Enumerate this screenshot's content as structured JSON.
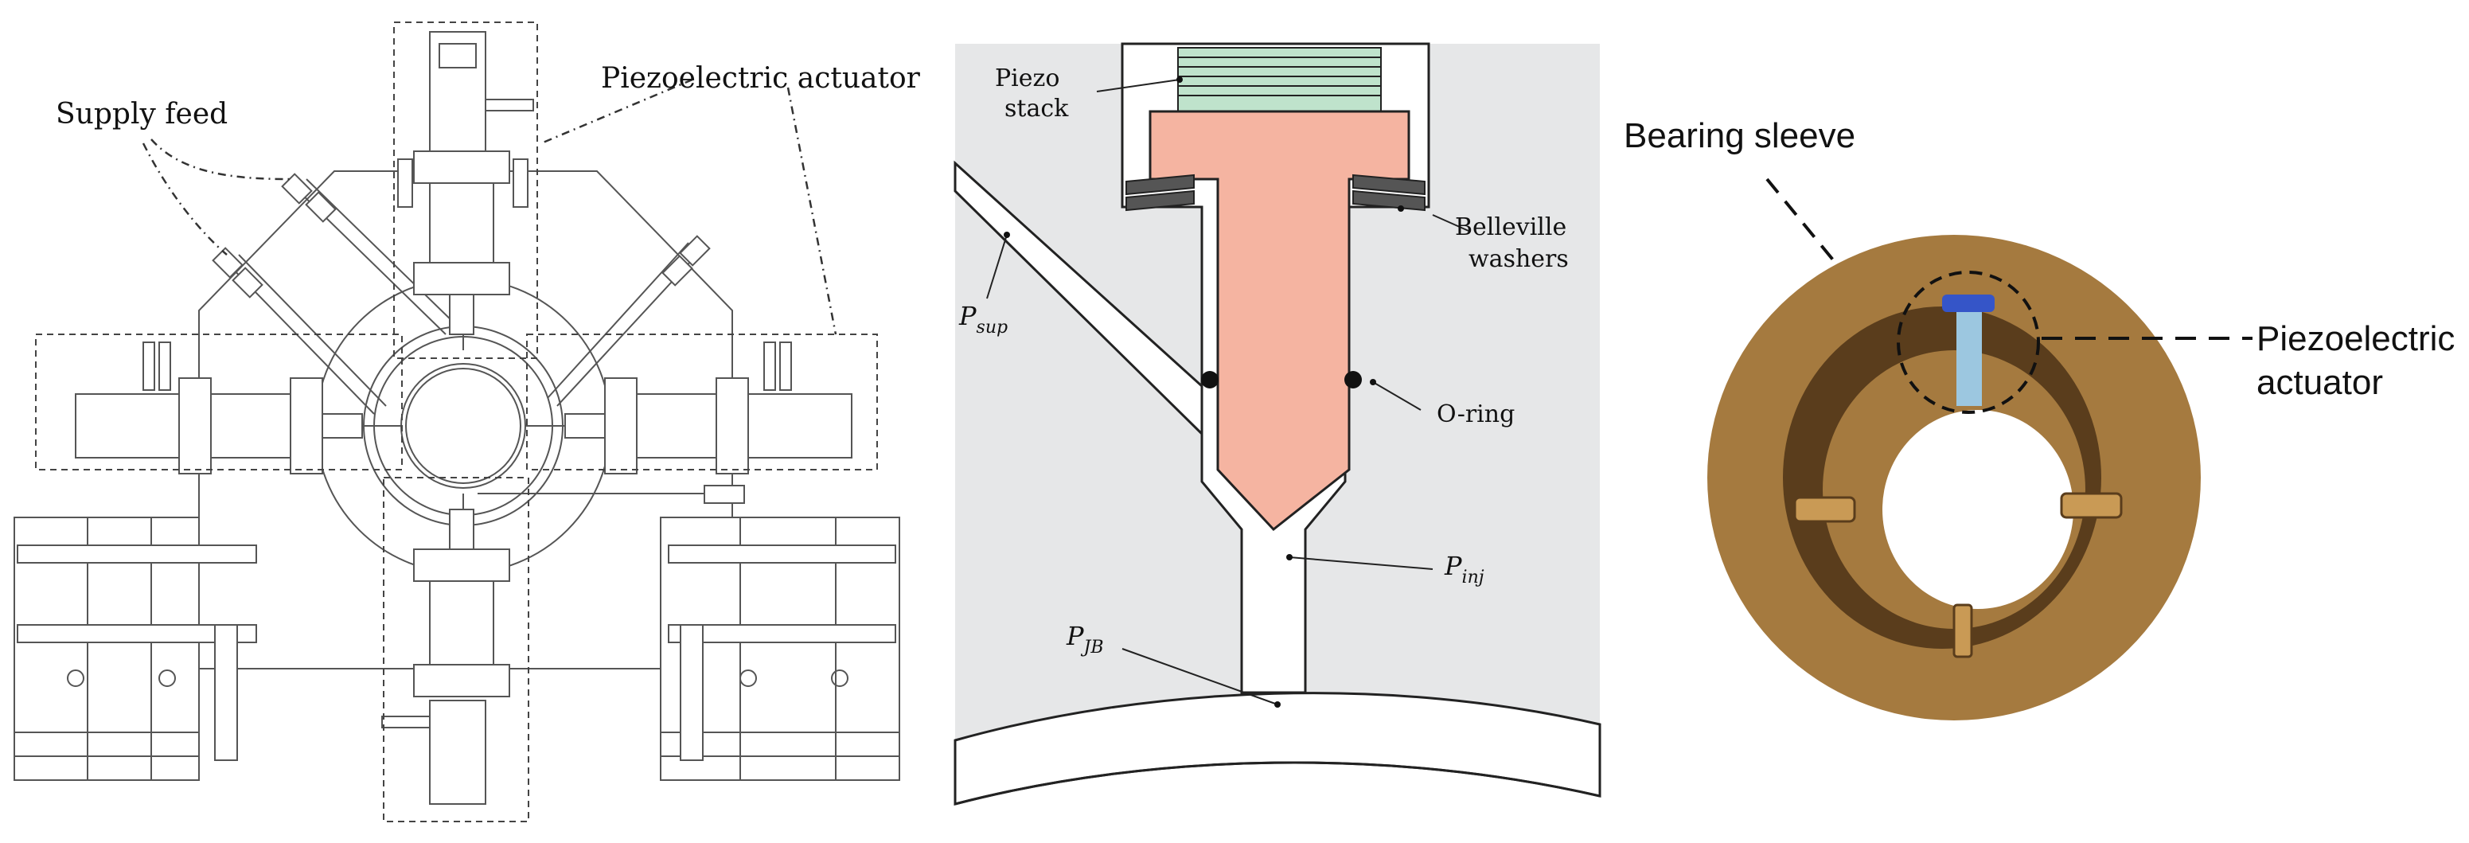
{
  "left_panel": {
    "labels": {
      "supply_feed": "Supply feed",
      "piezo_actuator": "Piezoelectric actuator"
    }
  },
  "middle_panel": {
    "labels": {
      "piezo_stack_line1": "Piezo",
      "piezo_stack_line2": "stack",
      "belleville_line1": "Belleville",
      "belleville_line2": "washers",
      "o_ring": "O-ring",
      "p_sup": "P",
      "p_sup_sub": "sup",
      "p_inj": "P",
      "p_inj_sub": "inj",
      "p_jb": "P",
      "p_jb_sub": "JB"
    },
    "colors": {
      "housing": "#e6e7e8",
      "piston": "#f5b4a1",
      "stack": "#bfe3cc",
      "washer": "#555555"
    }
  },
  "right_panel": {
    "labels": {
      "bearing_sleeve": "Bearing sleeve",
      "piezo_line1": "Piezoelectric",
      "piezo_line2": "actuator"
    },
    "colors": {
      "bronze": "#a57a3f",
      "bronze_dark": "#5a3d1c",
      "actuator": "#9cc7e0",
      "actuator_cap": "#3555c8"
    }
  }
}
